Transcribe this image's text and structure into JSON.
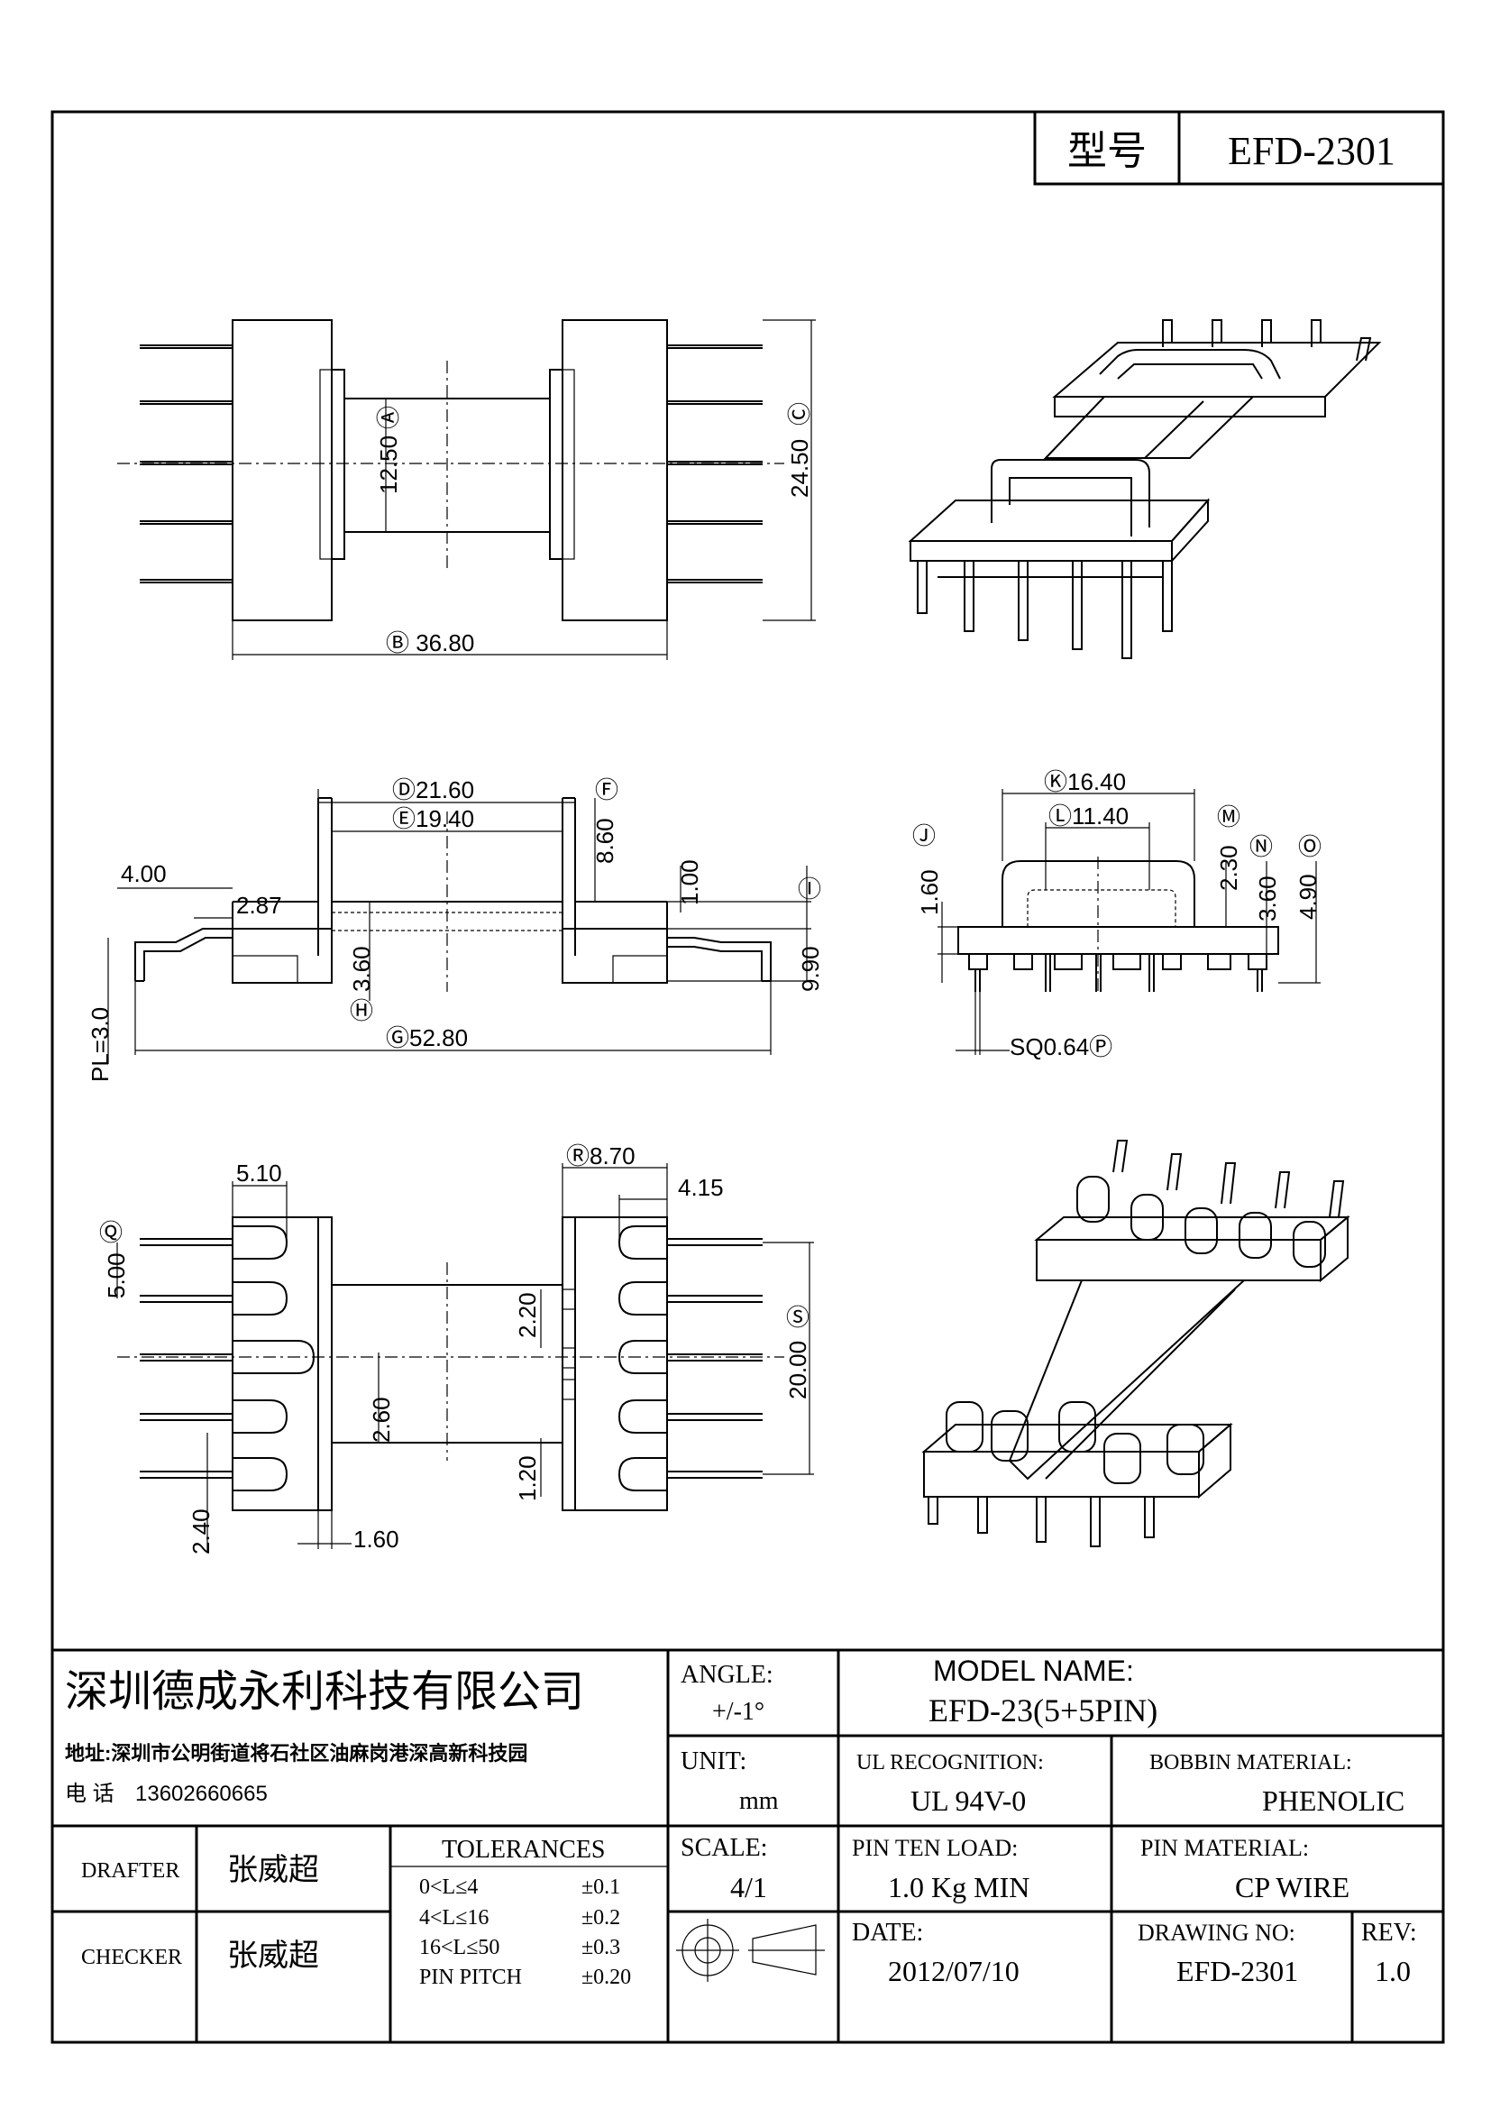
{
  "header": {
    "model_label": "型号",
    "model_value": "EFD-2301"
  },
  "dimensions": {
    "a": "Ⓐ",
    "a_val": "12.50",
    "b": "Ⓑ 36.80",
    "c": "Ⓒ",
    "c_val": "24.50",
    "d": "Ⓓ21.60",
    "e": "Ⓔ19.40",
    "f": "Ⓕ",
    "f_val": "8.60",
    "g": "Ⓖ52.80",
    "h": "Ⓗ",
    "h_val": "3.60",
    "i": "Ⓘ",
    "i_val": "9.90",
    "d400": "4.00",
    "d287": "2.87",
    "d100": "1.00",
    "pl": "PL=3.0",
    "k": "Ⓚ16.40",
    "l": "Ⓛ11.40",
    "j": "Ⓙ",
    "j_val": "1.60",
    "m": "Ⓜ",
    "m_val": "2.30",
    "n": "Ⓝ",
    "n_val": "3.60",
    "o": "Ⓞ",
    "o_val": "4.90",
    "p": "SQ0.64Ⓟ",
    "d510": "5.10",
    "q": "Ⓠ",
    "q_val": "5.00",
    "r": "Ⓡ8.70",
    "d415": "4.15",
    "s": "Ⓢ",
    "s_val": "20.00",
    "d220": "2.20",
    "d260": "2.60",
    "d120": "1.20",
    "d240": "2.40",
    "d160": "1.60"
  },
  "title_block": {
    "company": "深圳德成永利科技有限公司",
    "address": "地址:深圳市公明街道将石社区油麻岗港深高新科技园",
    "phone_label": "电 话",
    "phone": "13602660665",
    "angle_label": "ANGLE:",
    "angle_value": "+/-1°",
    "model_name_label": "MODEL NAME:",
    "model_name_value": "EFD-23(5+5PIN)",
    "unit_label": "UNIT:",
    "unit_value": "mm",
    "ul_label": "UL RECOGNITION:",
    "ul_value": "UL 94V-0",
    "bobbin_label": "BOBBIN MATERIAL:",
    "bobbin_value": "PHENOLIC",
    "drafter_label": "DRAFTER",
    "drafter_name": "张威超",
    "checker_label": "CHECKER",
    "checker_name": "张威超",
    "tolerances_label": "TOLERANCES",
    "tolerances": [
      {
        "range": "0<L≤4",
        "value": "±0.1"
      },
      {
        "range": "4<L≤16",
        "value": "±0.2"
      },
      {
        "range": "16<L≤50",
        "value": "±0.3"
      },
      {
        "range": "PIN PITCH",
        "value": "±0.20"
      }
    ],
    "scale_label": "SCALE:",
    "scale_value": "4/1",
    "pin_load_label": "PIN TEN LOAD:",
    "pin_load_value": "1.0 Kg MIN",
    "pin_material_label": "PIN MATERIAL:",
    "pin_material_value": "CP WIRE",
    "date_label": "DATE:",
    "date_value": "2012/07/10",
    "drawing_no_label": "DRAWING NO:",
    "drawing_no_value": "EFD-2301",
    "rev_label": "REV:",
    "rev_value": "1.0"
  }
}
